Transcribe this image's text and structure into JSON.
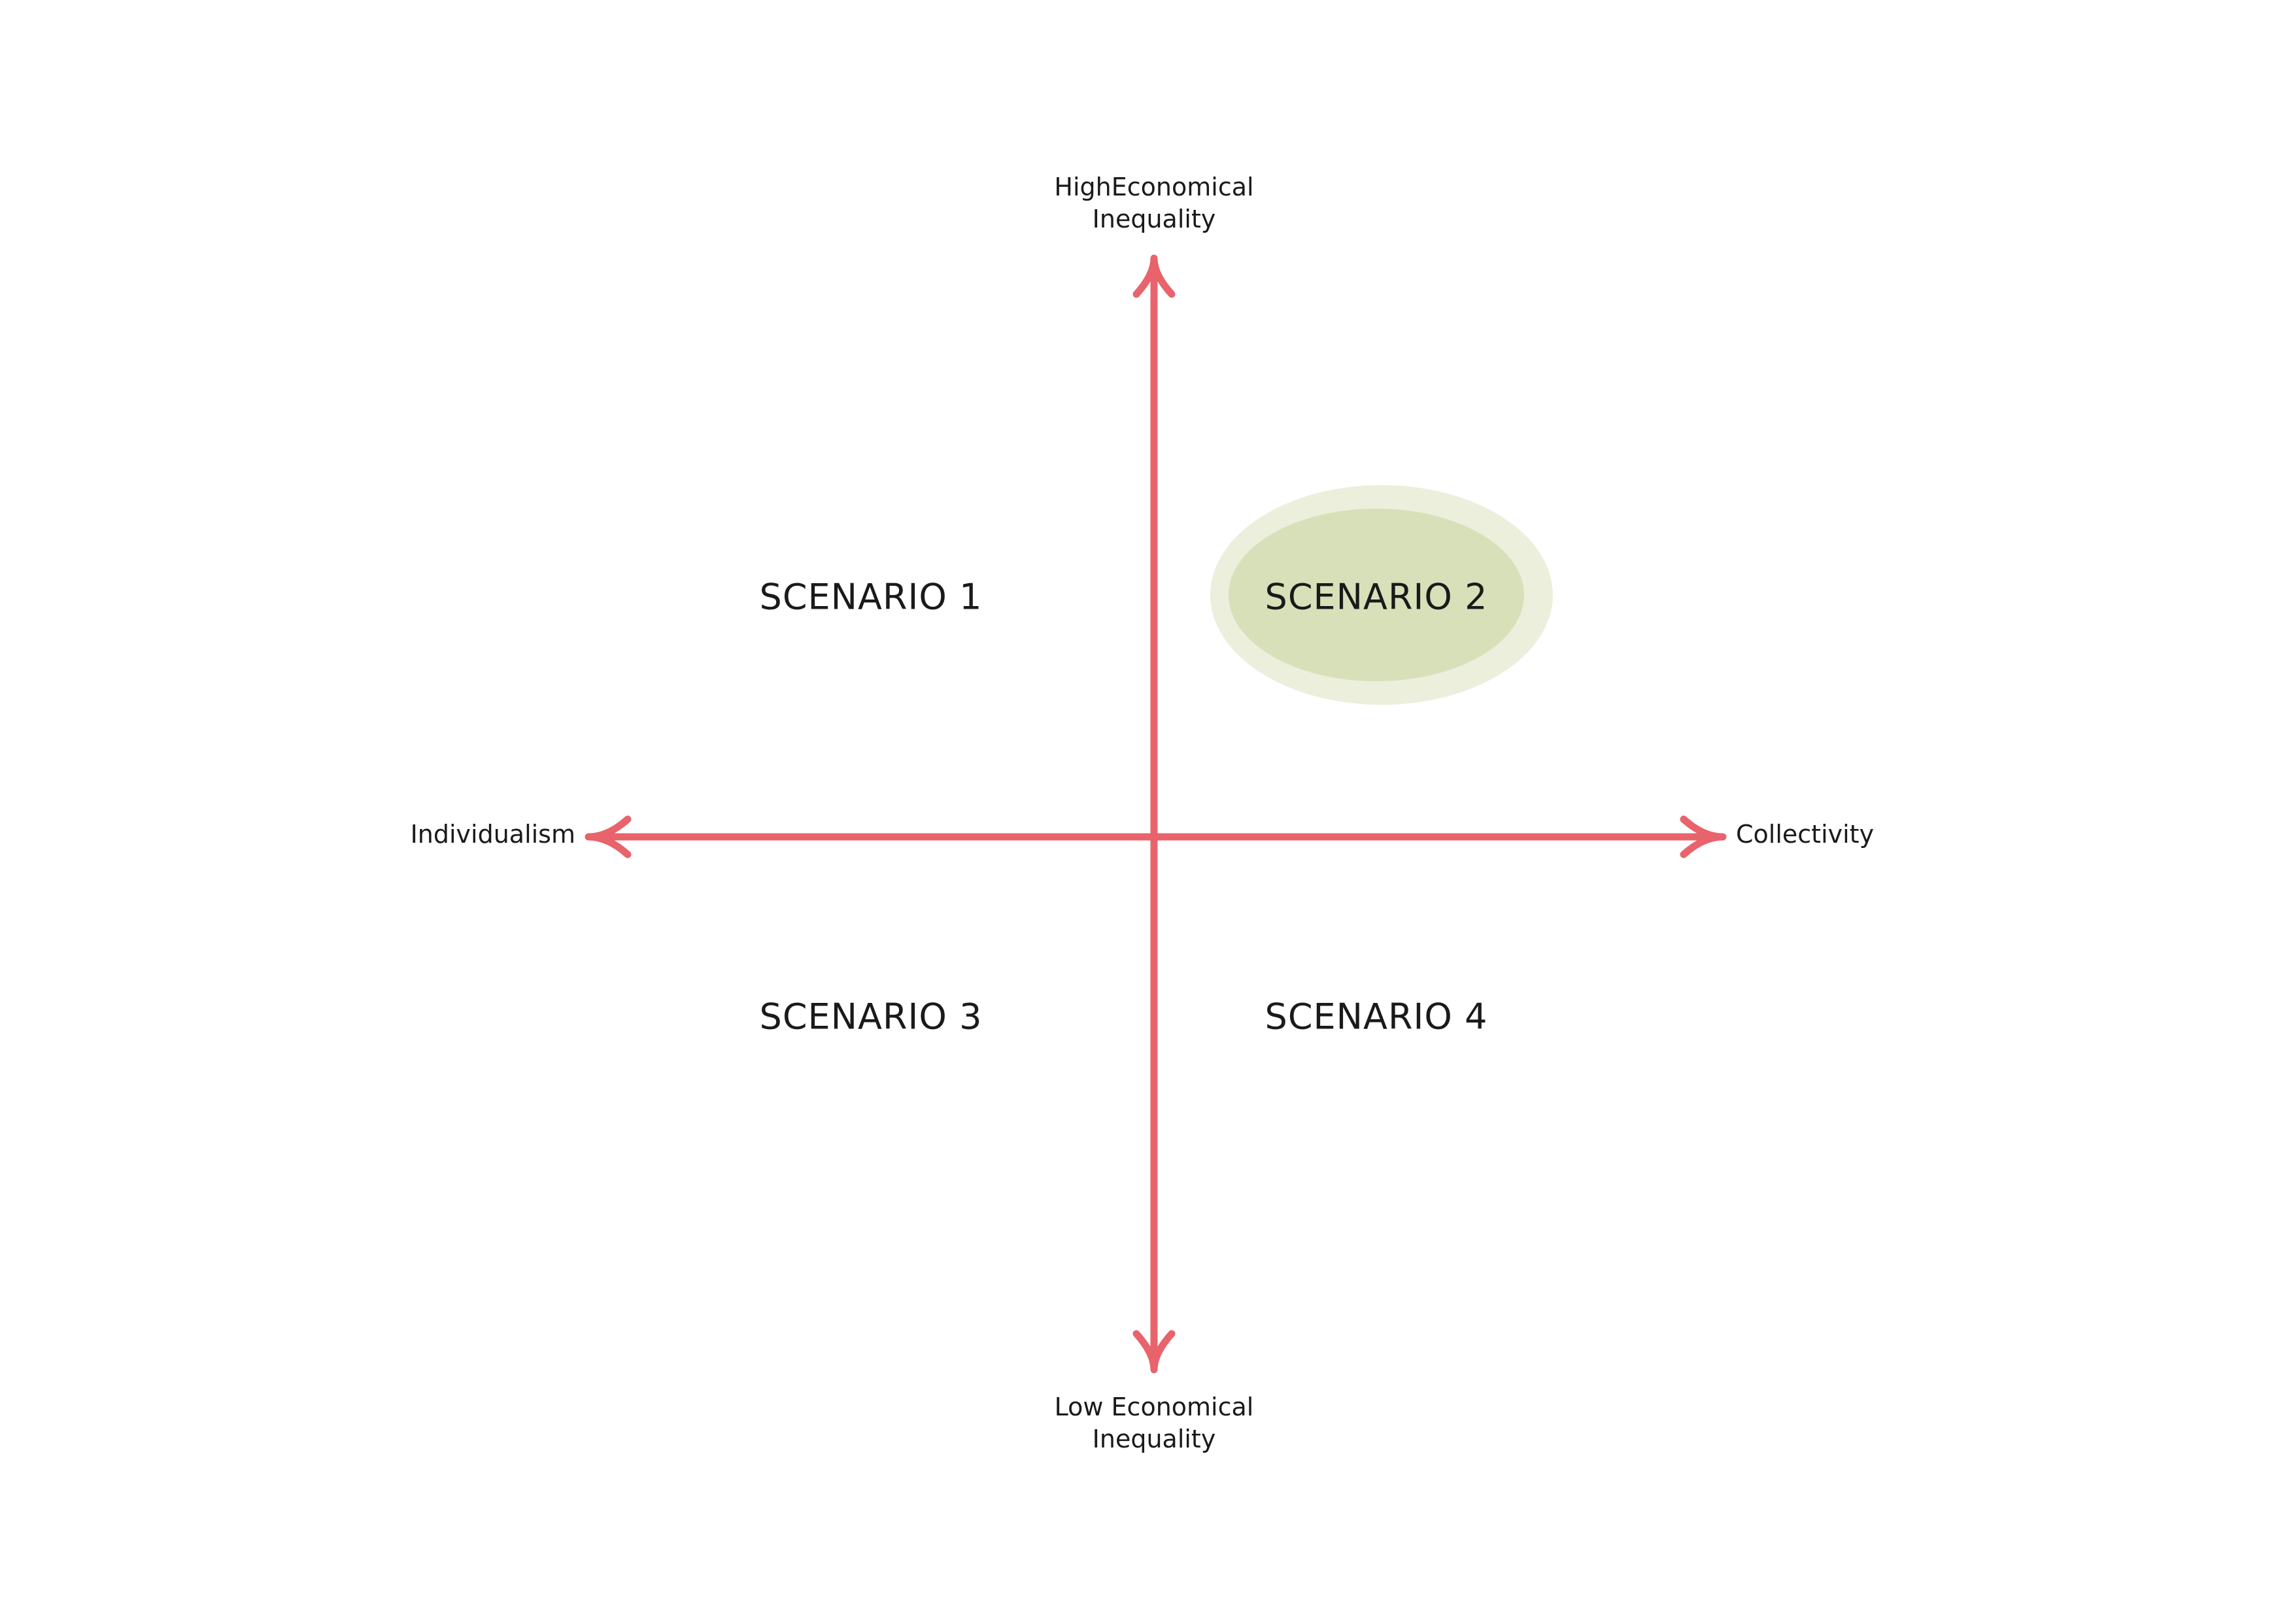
{
  "axes": {
    "top_line1": "HighEconomical",
    "top_line2": "Inequality",
    "bottom_line1": "Low Economical",
    "bottom_line2": "Inequality",
    "left": "Individualism",
    "right": "Collectivity"
  },
  "scenarios": {
    "s1": "SCENARIO 1",
    "s2": "SCENARIO 2",
    "s3": "SCENARIO 3",
    "s4": "SCENARIO 4"
  },
  "colors": {
    "axis": "#e8636b",
    "highlight_outer": "#ebefdc",
    "highlight_inner": "#d8e0b9"
  }
}
